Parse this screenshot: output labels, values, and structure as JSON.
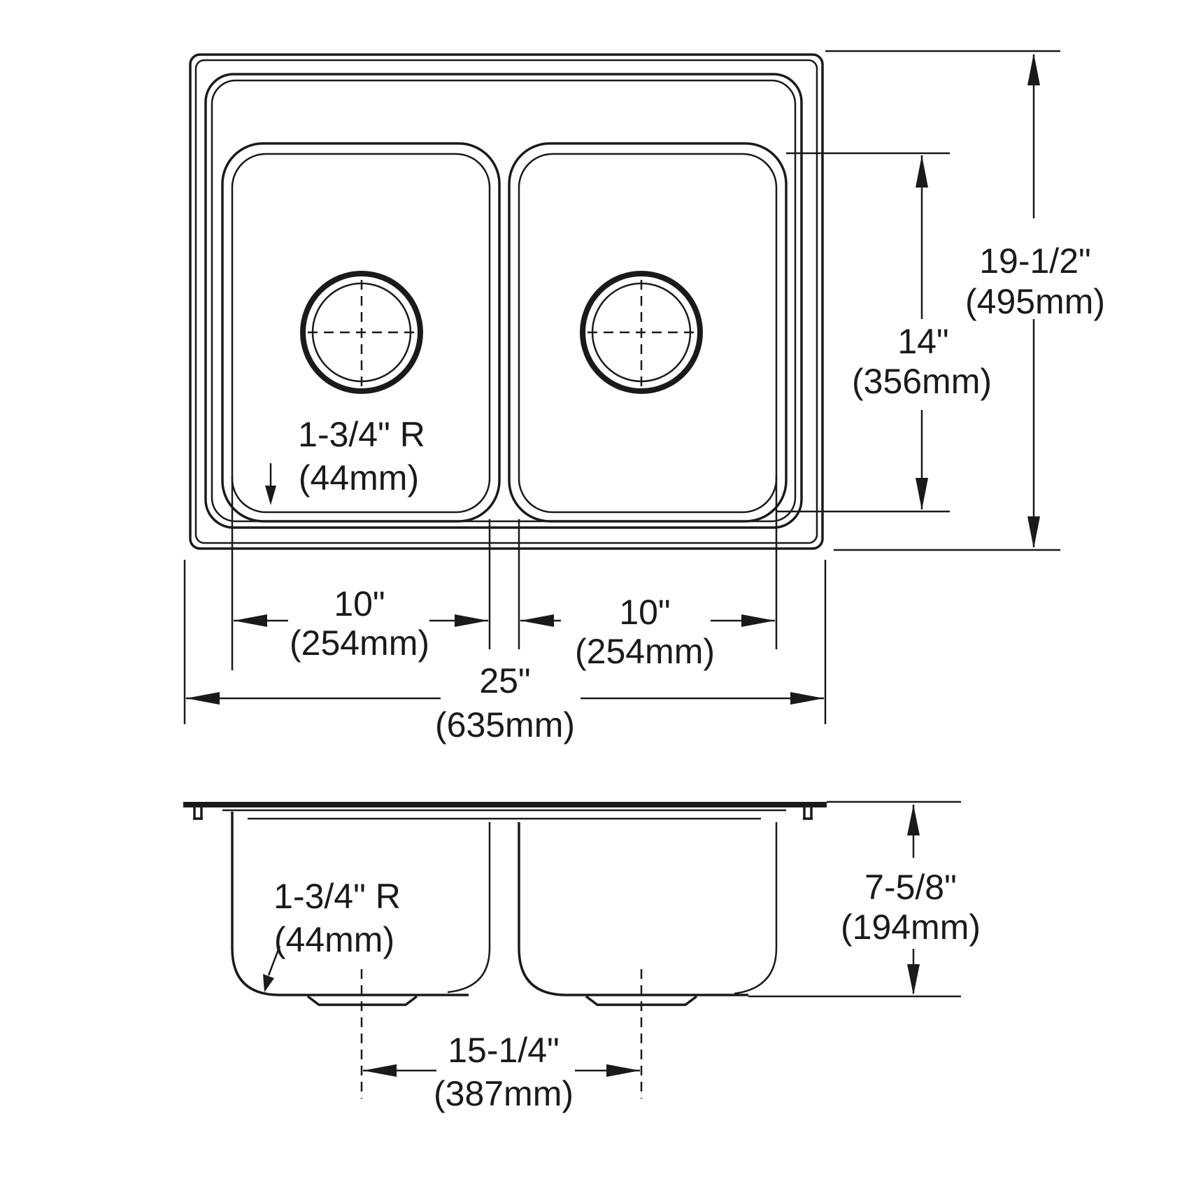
{
  "dimensions": {
    "overall_width": {
      "inch": "25\"",
      "mm": "(635mm)"
    },
    "overall_depth": {
      "inch": "19-1/2\"",
      "mm": "(495mm)"
    },
    "bowl_depth_top": {
      "inch": "14\"",
      "mm": "(356mm)"
    },
    "left_bowl_width": {
      "inch": "10\"",
      "mm": "(254mm)"
    },
    "right_bowl_width": {
      "inch": "10\"",
      "mm": "(254mm)"
    },
    "corner_radius_top": {
      "inch": "1-3/4\" R",
      "mm": "(44mm)"
    },
    "corner_radius_side": {
      "inch": "1-3/4\" R",
      "mm": "(44mm)"
    },
    "bowl_height": {
      "inch": "7-5/8\"",
      "mm": "(194mm)"
    },
    "drain_spacing": {
      "inch": "15-1/4\"",
      "mm": "(387mm)"
    }
  }
}
